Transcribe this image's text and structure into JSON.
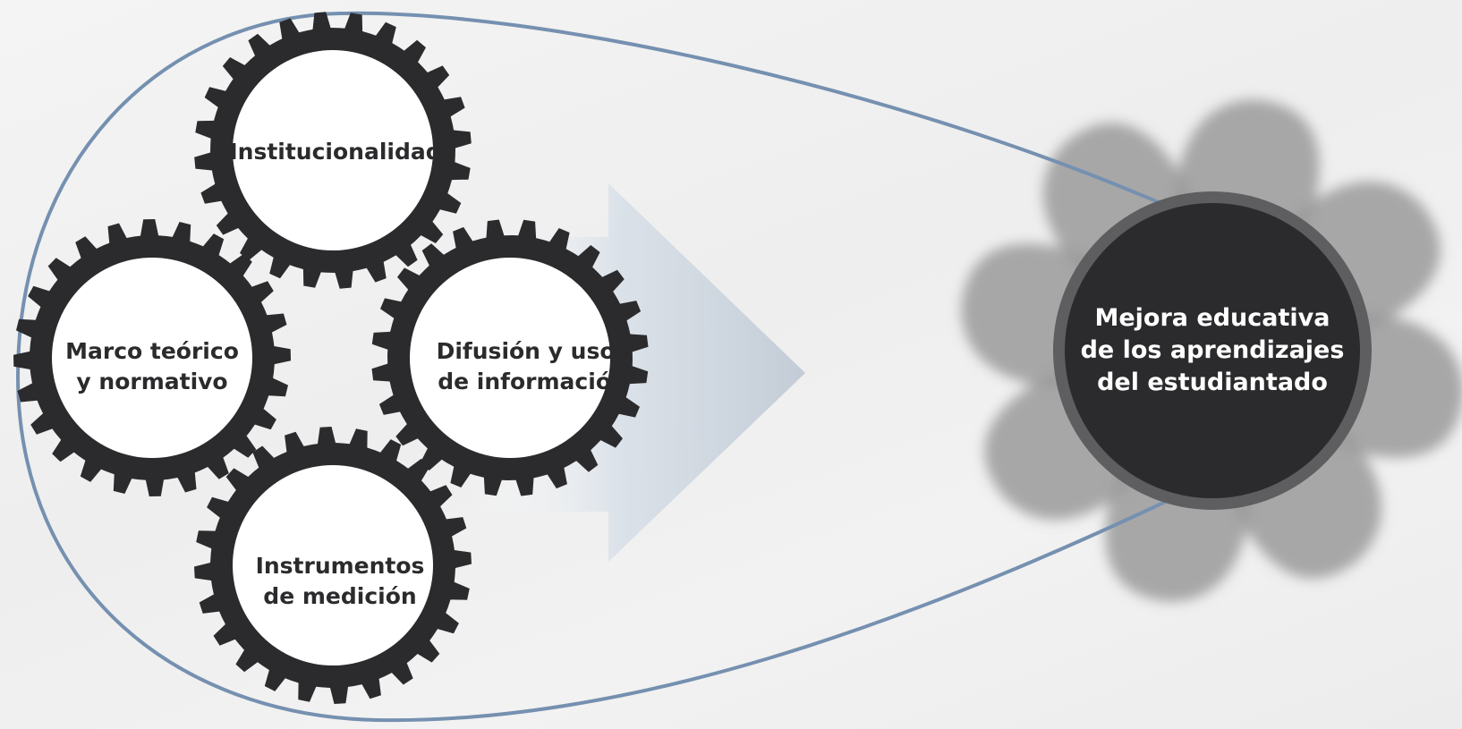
{
  "diagram": {
    "colors": {
      "gear": "#2b2b2d",
      "gear_face": "#ffffff",
      "loop": "#7590b0",
      "arrow": "#c9d3de",
      "hub": "#2b2b2d",
      "hub_ring": "#5e5e60",
      "fan_blade": "#9a9a9a"
    },
    "gears": [
      {
        "id": "institucionalidad",
        "lines": [
          "Institucionalidad"
        ]
      },
      {
        "id": "marco",
        "lines": [
          "Marco teórico",
          "y normativo"
        ]
      },
      {
        "id": "difusion",
        "lines": [
          "Difusión y usos",
          "de información"
        ]
      },
      {
        "id": "instrumentos",
        "lines": [
          "Instrumentos",
          "de medición"
        ]
      }
    ],
    "hub": {
      "lines": [
        "Mejora educativa",
        "de los aprendizajes",
        "del estudiantado"
      ],
      "icon": "fan-icon"
    }
  }
}
